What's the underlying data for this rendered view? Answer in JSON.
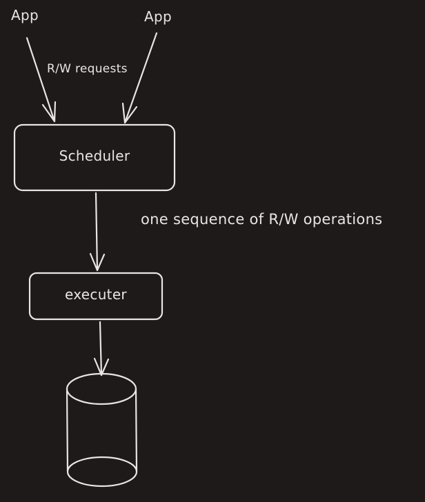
{
  "colors": {
    "background": "#1e1a1a",
    "stroke": "#e8e6e3"
  },
  "nodes": {
    "app_left": "App",
    "app_right": "App",
    "scheduler": "Scheduler",
    "executer": "executer"
  },
  "edges": {
    "requests_label": "R/W requests",
    "operations_label": "one sequence of R/W operations"
  }
}
